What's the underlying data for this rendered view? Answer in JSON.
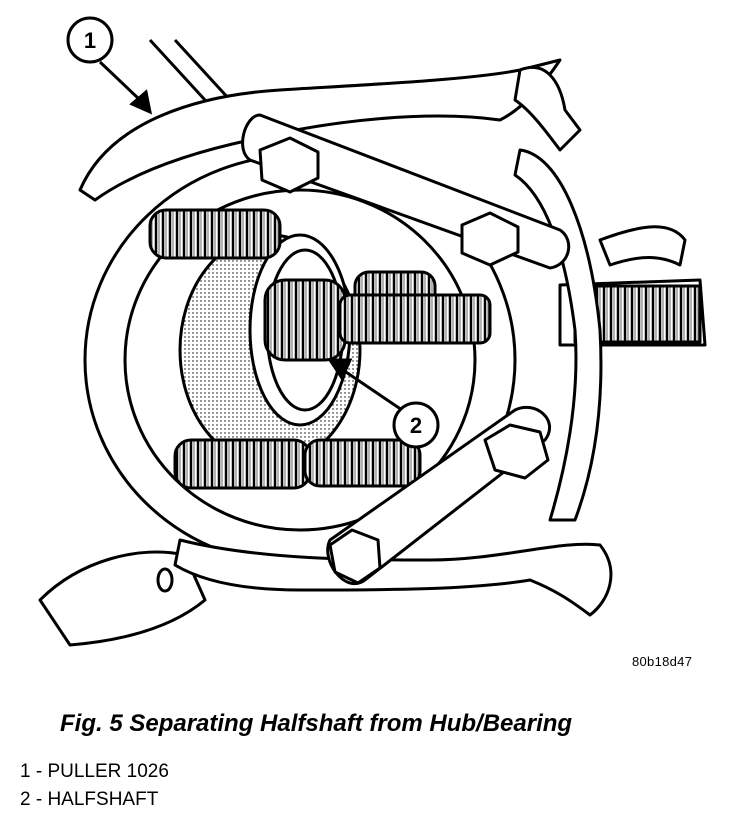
{
  "figure": {
    "callouts": [
      {
        "number": "1"
      },
      {
        "number": "2"
      }
    ],
    "image_code": "80b18d47",
    "caption": "Fig. 5 Separating Halfshaft from Hub/Bearing"
  },
  "legend": [
    {
      "text": "1 - PULLER 1026"
    },
    {
      "text": "2 - HALFSHAFT"
    }
  ]
}
